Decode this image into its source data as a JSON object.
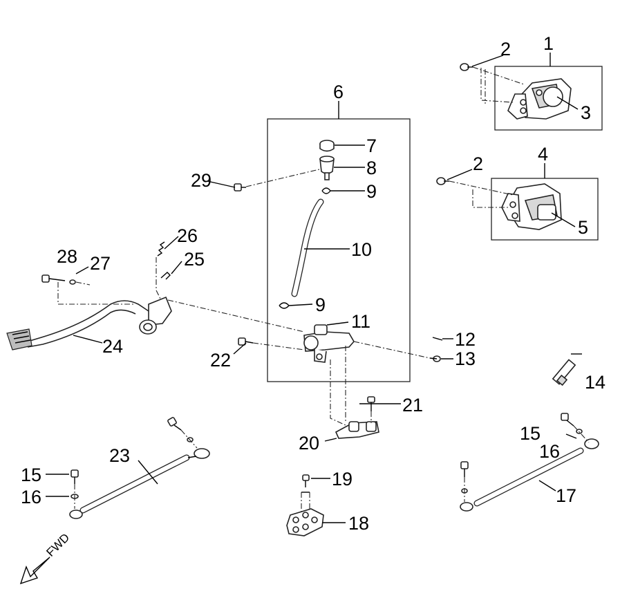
{
  "callouts": {
    "c1": "1",
    "c2a": "2",
    "c2b": "2",
    "c3": "3",
    "c4": "4",
    "c5": "5",
    "c6": "6",
    "c7": "7",
    "c8": "8",
    "c9a": "9",
    "c9b": "9",
    "c10": "10",
    "c11": "11",
    "c12": "12",
    "c13": "13",
    "c14": "14",
    "c15a": "15",
    "c15b": "15",
    "c16a": "16",
    "c16b": "16",
    "c17": "17",
    "c18": "18",
    "c19": "19",
    "c20": "20",
    "c21": "21",
    "c22": "22",
    "c23": "23",
    "c24": "24",
    "c25": "25",
    "c26": "26",
    "c27": "27",
    "c28": "28",
    "c29": "29"
  },
  "direction_label": "FWD"
}
